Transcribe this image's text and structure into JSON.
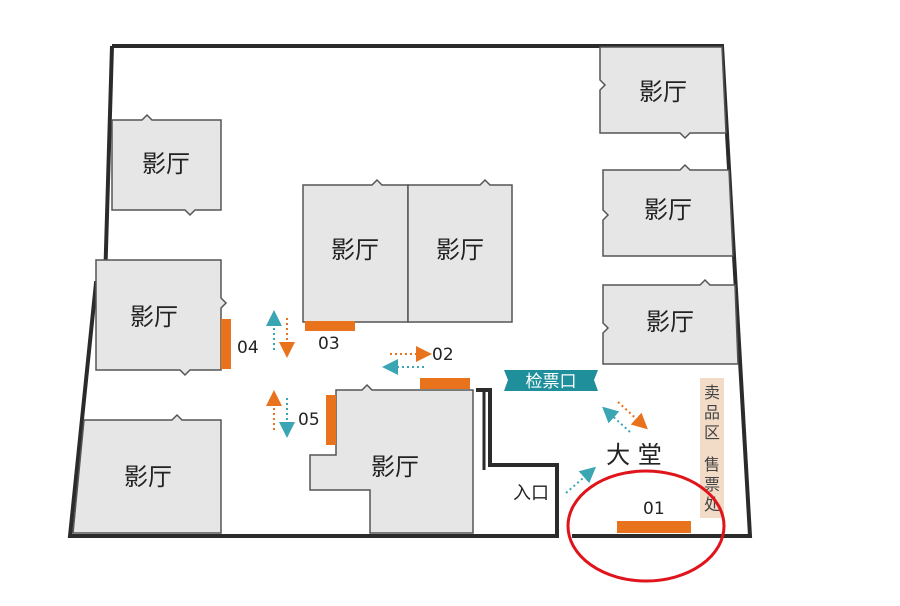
{
  "rooms": {
    "hall_label": "影厅"
  },
  "counters": {
    "c01": "01",
    "c02": "02",
    "c03": "03",
    "c04": "04",
    "c05": "05"
  },
  "labels": {
    "ticket_check": "检票口",
    "lobby": "大 堂",
    "entrance": "入口",
    "concession": [
      "卖",
      "品",
      "区"
    ],
    "box_office": [
      "售",
      "票",
      "处"
    ]
  },
  "colors": {
    "wall": "#2b2b2b",
    "hall_fill": "#e6e6e6",
    "hall_stroke": "#555555",
    "counter": "#e8731c",
    "ticket_badge": "#1f8f9c",
    "arrow_teal": "#3aa6b3",
    "arrow_orange": "#e8731c",
    "side_panel": "#f2dcc8",
    "highlight_circle": "#e0141b"
  }
}
